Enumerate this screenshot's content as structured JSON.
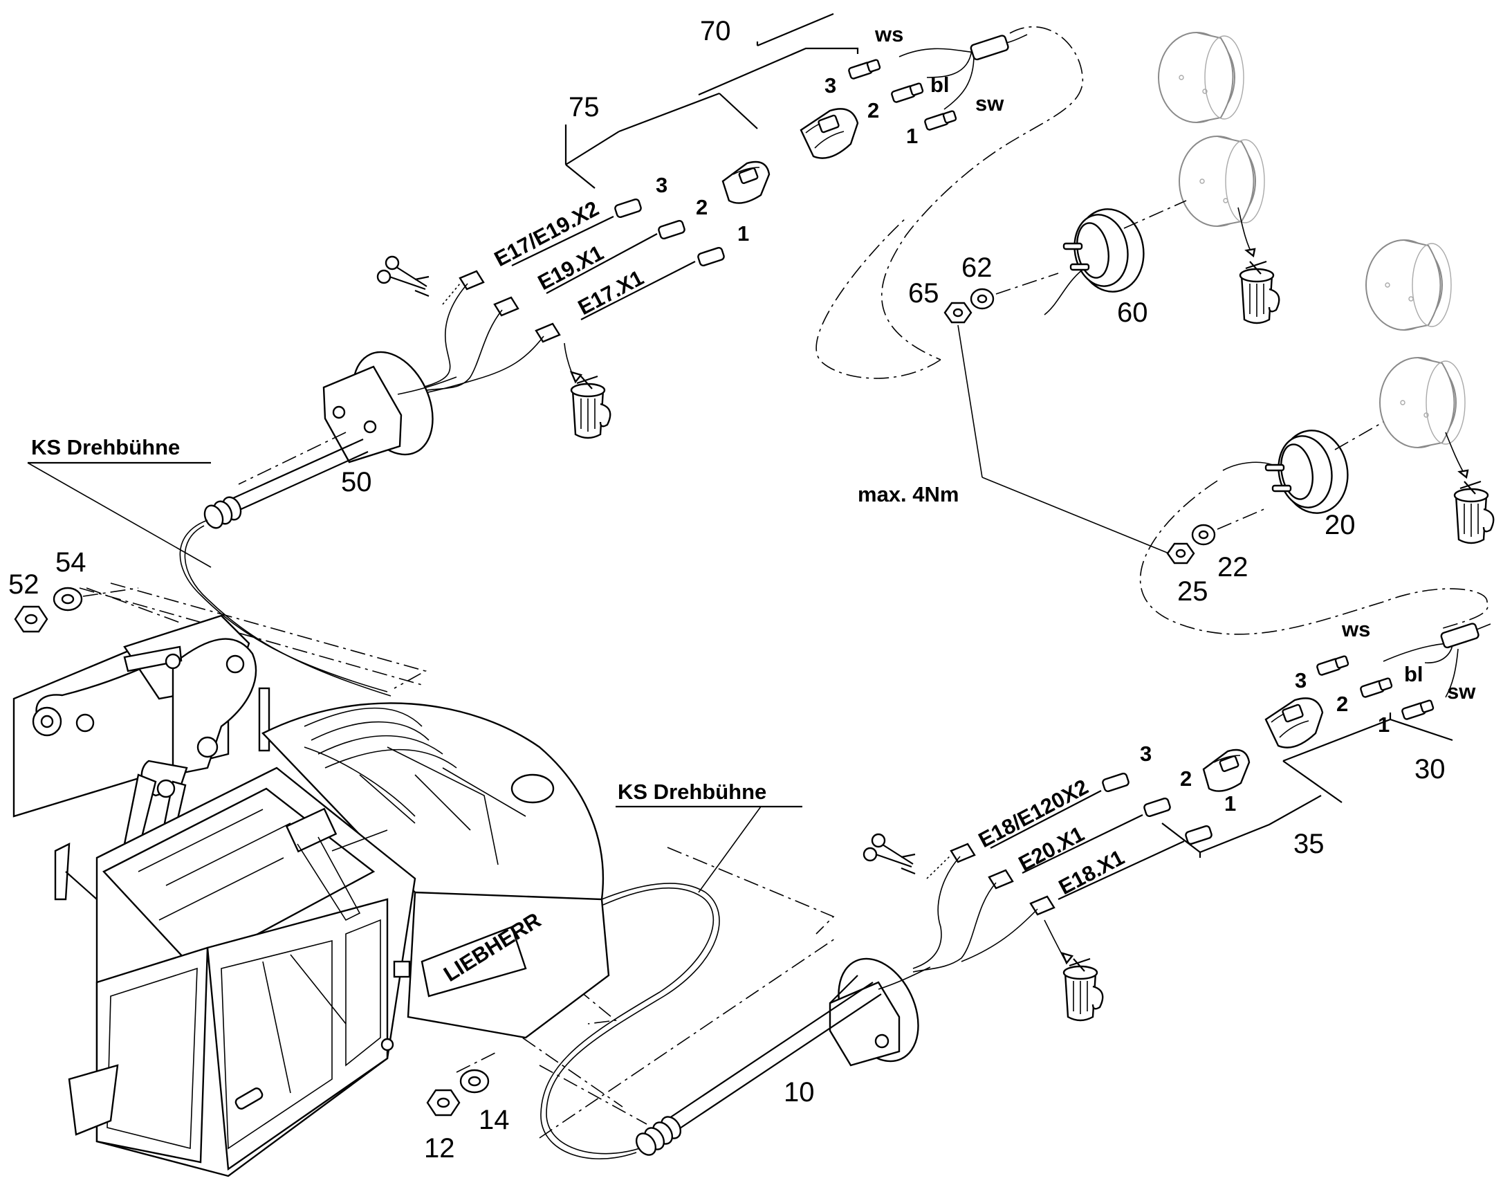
{
  "callouts": {
    "n70": "70",
    "n75": "75",
    "n60": "60",
    "n62": "62",
    "n65": "65",
    "n50": "50",
    "n52": "52",
    "n54": "54",
    "n20": "20",
    "n22": "22",
    "n25": "25",
    "n30": "30",
    "n35": "35",
    "n10": "10",
    "n12": "12",
    "n14": "14"
  },
  "wires": {
    "ws_top": "ws",
    "bl_top": "bl",
    "sw_top": "sw",
    "ws_bottom": "ws",
    "bl_bottom": "bl",
    "sw_bottom": "sw"
  },
  "pins": {
    "top_plug": [
      "3",
      "2",
      "1"
    ],
    "top_cable": [
      "3",
      "2",
      "1"
    ],
    "bottom_plug": [
      "3",
      "2",
      "1"
    ],
    "bottom_cable": [
      "3",
      "2",
      "1"
    ]
  },
  "connectors": {
    "top": [
      "E17/E19.X2",
      "E19.X1",
      "E17.X1"
    ],
    "bottom": [
      "E18/E120X2",
      "E20.X1",
      "E18.X1"
    ]
  },
  "labels": {
    "ks_top": "KS Drehbühne",
    "ks_bottom": "KS Drehbühne",
    "torque": "max. 4Nm",
    "brand": "LIEBHERR"
  },
  "icons": [
    "scissors-icon",
    "trash-bin-icon",
    "nut",
    "washer",
    "lamp-socket",
    "lamp-housing",
    "cable-gland-bracket"
  ]
}
